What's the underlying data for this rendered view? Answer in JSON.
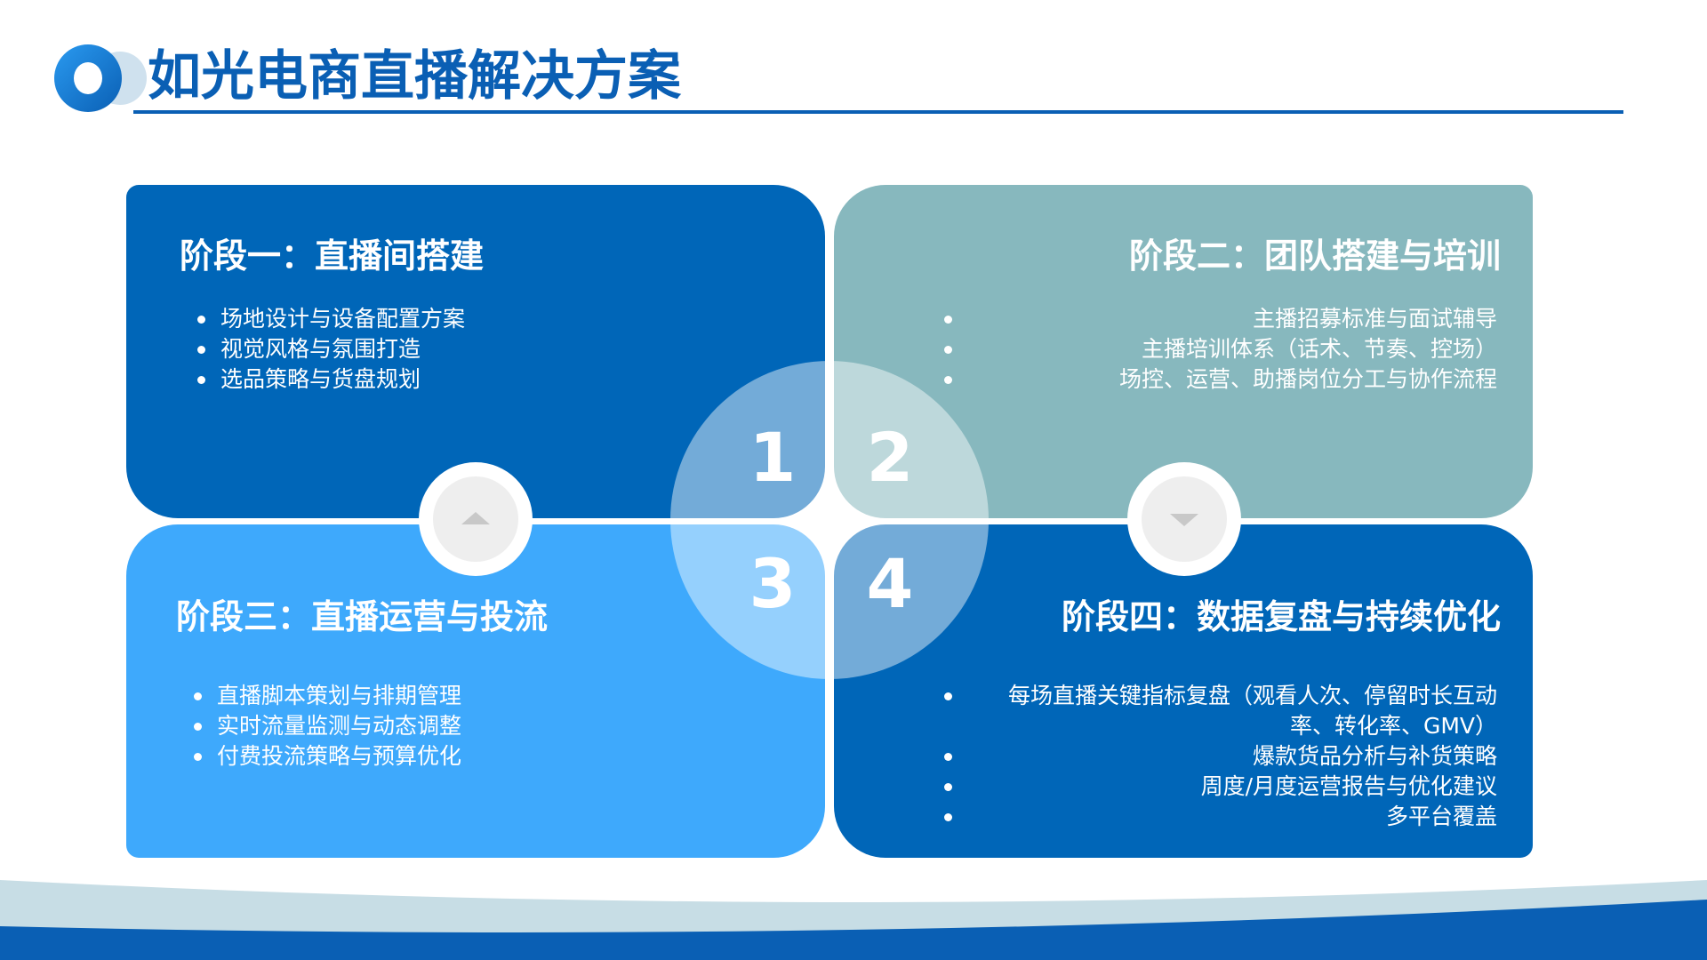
{
  "header": {
    "title": "如光电商直播解决方案"
  },
  "colors": {
    "brand": "#0a5fb4",
    "stage1": "#0066b8",
    "stage2": "#87b8be",
    "stage3": "#3ea9fc",
    "stage4": "#0066b8"
  },
  "stages": [
    {
      "number": "1",
      "title": "阶段一：直播间搭建",
      "items": [
        "场地设计与设备配置方案",
        "视觉风格与氛围打造",
        "选品策略与货盘规划"
      ]
    },
    {
      "number": "2",
      "title": "阶段二：团队搭建与培训",
      "items": [
        "主播招募标准与面试辅导",
        "主播培训体系（话术、节奏、控场）",
        "场控、运营、助播岗位分工与协作流程"
      ]
    },
    {
      "number": "3",
      "title": "阶段三：直播运营与投流",
      "items": [
        "直播脚本策划与排期管理",
        "实时流量监测与动态调整",
        "付费投流策略与预算优化"
      ]
    },
    {
      "number": "4",
      "title": "阶段四：数据复盘与持续优化",
      "items": [
        "每场直播关键指标复盘（观看人次、停留时长互动率、转化率、GMV）",
        "爆款货品分析与补货策略",
        "周度/月度运营报告与优化建议",
        "多平台覆盖"
      ]
    }
  ],
  "icons": {
    "logo": "ring-logo-icon",
    "up": "triangle-up-icon",
    "down": "triangle-down-icon"
  }
}
